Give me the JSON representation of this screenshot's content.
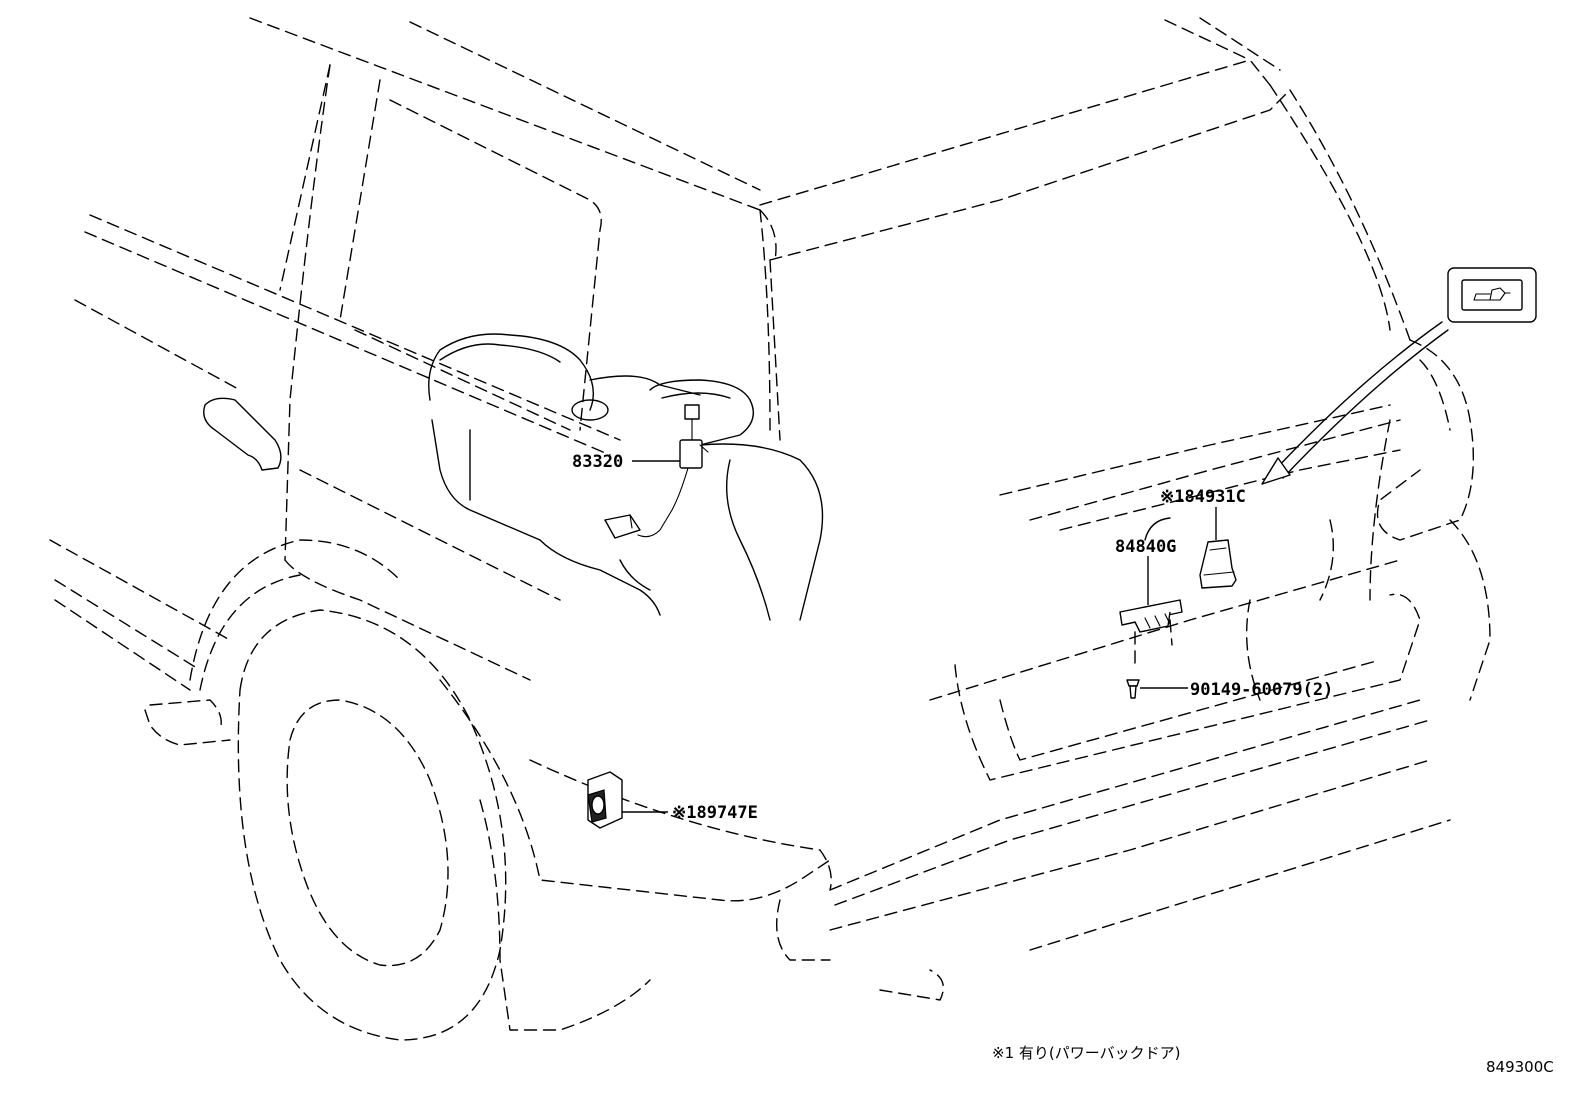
{
  "parts": {
    "p83320": "83320",
    "p84931c": "※184931C",
    "p84840g": "84840G",
    "p90149": "90149-60079(2)",
    "p89747e": "※189747E"
  },
  "footer": {
    "note": "※1 有り(パワーバックドア)",
    "diagram_code": "849300C"
  },
  "icons": [
    "power-back-door-switch-icon",
    "arrow-icon"
  ]
}
